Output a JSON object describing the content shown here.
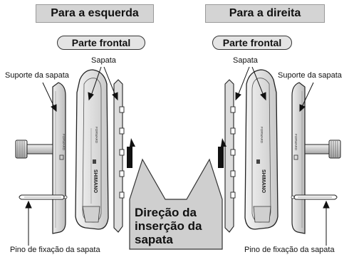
{
  "headers": {
    "left": "Para a esquerda",
    "right": "Para a direita"
  },
  "front_label": {
    "left": "Parte frontal",
    "right": "Parte frontal"
  },
  "labels": {
    "pad_left": "Sapata",
    "pad_right": "Sapata",
    "holder_left": "Suporte da sapata",
    "holder_right": "Suporte da sapata",
    "pin_left": "Pino de fixação da sapata",
    "pin_right": "Pino de fixação da sapata"
  },
  "callout": {
    "line1": "Direção da",
    "line2": "inserção da",
    "line3": "sapata"
  },
  "part_text": {
    "brand": "SHIMANO",
    "forward": "FORWARD"
  }
}
